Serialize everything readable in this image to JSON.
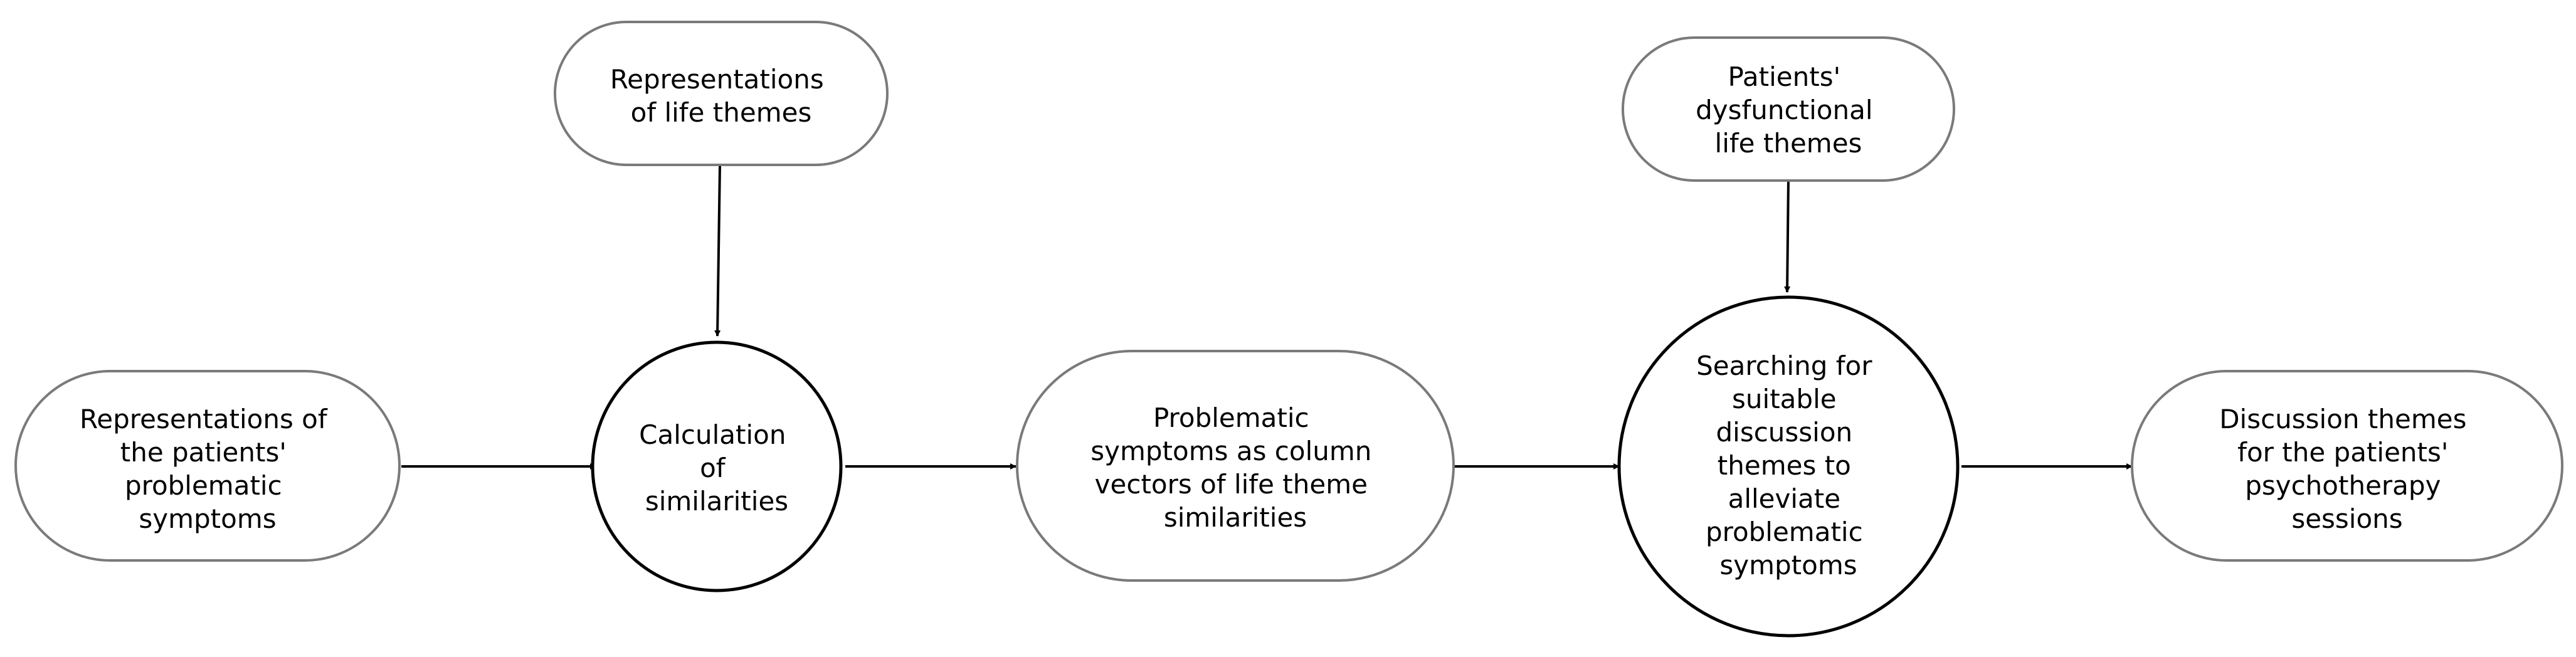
{
  "nodes": [
    {
      "id": "n_rep_life",
      "lines": [
        "Representations",
        "of life themes"
      ]
    },
    {
      "id": "n_patients_dys",
      "lines": [
        "Patients'",
        "dysfunctional",
        "life themes"
      ]
    },
    {
      "id": "n_rep_symptoms",
      "lines": [
        "Representations of",
        "the patients'",
        "problematic",
        "symptoms"
      ]
    },
    {
      "id": "n_calc",
      "lines": [
        "Calculation",
        "of",
        "similarities"
      ]
    },
    {
      "id": "n_prob_vectors",
      "lines": [
        "Problematic",
        "symptoms as column",
        "vectors of life theme",
        "similarities"
      ]
    },
    {
      "id": "n_search",
      "lines": [
        "Searching for",
        "suitable",
        "discussion",
        "themes to",
        "alleviate",
        "problematic",
        "symptoms"
      ]
    },
    {
      "id": "n_discussion",
      "lines": [
        "Discussion themes",
        "for the patients'",
        "psychotherapy",
        "sessions"
      ]
    }
  ],
  "edges": [
    {
      "from": "n_rep_symptoms",
      "to": "n_calc"
    },
    {
      "from": "n_rep_life",
      "to": "n_calc"
    },
    {
      "from": "n_calc",
      "to": "n_prob_vectors"
    },
    {
      "from": "n_prob_vectors",
      "to": "n_search"
    },
    {
      "from": "n_patients_dys",
      "to": "n_search"
    },
    {
      "from": "n_search",
      "to": "n_discussion"
    }
  ]
}
